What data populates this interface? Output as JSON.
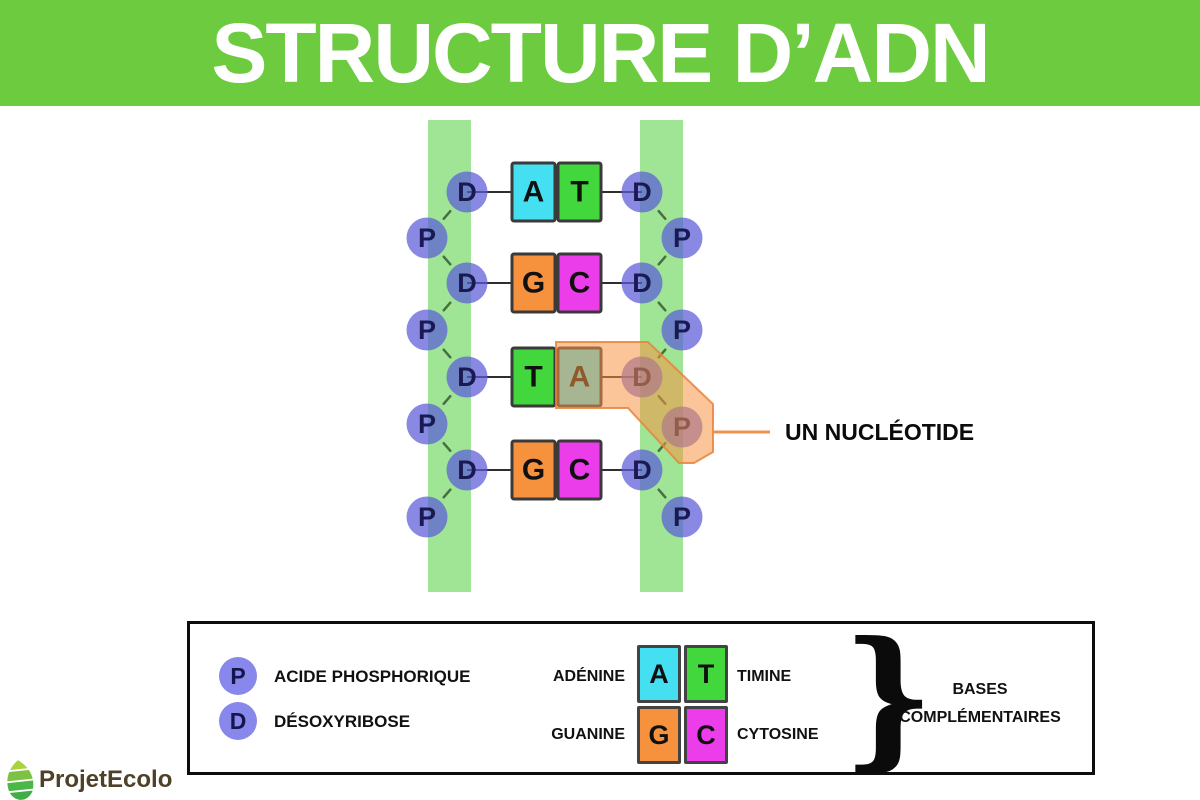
{
  "header": {
    "title": "STRUCTURE D’ADN"
  },
  "colors": {
    "header_green": "#6CCB3F",
    "strand_green": "#5FD44F",
    "node_purple": "#5C5CDA",
    "node_letter_navy": "#1A1A52",
    "adenine_cyan": "#44DFF1",
    "thymine_green": "#42D73D",
    "guanine_orange": "#F6923E",
    "cytosine_magenta": "#EC3DEA",
    "highlight_orange": "#F79446",
    "connector_orange": "#F0914D",
    "legend_node_purple": "#8787EC",
    "logo_text_brown": "#4F4129"
  },
  "diagram": {
    "sugar_symbol": "D",
    "phosphate_symbol": "P",
    "rows": [
      {
        "left_base": "A",
        "right_base": "T"
      },
      {
        "left_base": "G",
        "right_base": "C"
      },
      {
        "left_base": "T",
        "right_base": "A"
      },
      {
        "left_base": "G",
        "right_base": "C"
      }
    ],
    "annotation": {
      "label": "UN NUCLÉOTIDE"
    }
  },
  "legend": {
    "symbols": [
      {
        "symbol": "P",
        "label": "ACIDE PHOSPHORIQUE"
      },
      {
        "symbol": "D",
        "label": "DÉSOXYRIBOSE"
      }
    ],
    "pairs": [
      {
        "left_name": "ADÉNINE",
        "left_letter": "A",
        "right_letter": "T",
        "right_name": "TIMINE"
      },
      {
        "left_name": "GUANINE",
        "left_letter": "G",
        "right_letter": "C",
        "right_name": "CYTOSINE"
      }
    ],
    "brace": "}",
    "group_label_line1": "BASES",
    "group_label_line2": "COMPLÉMENTAIRES"
  },
  "logo": {
    "text": "ProjetEcolo"
  }
}
